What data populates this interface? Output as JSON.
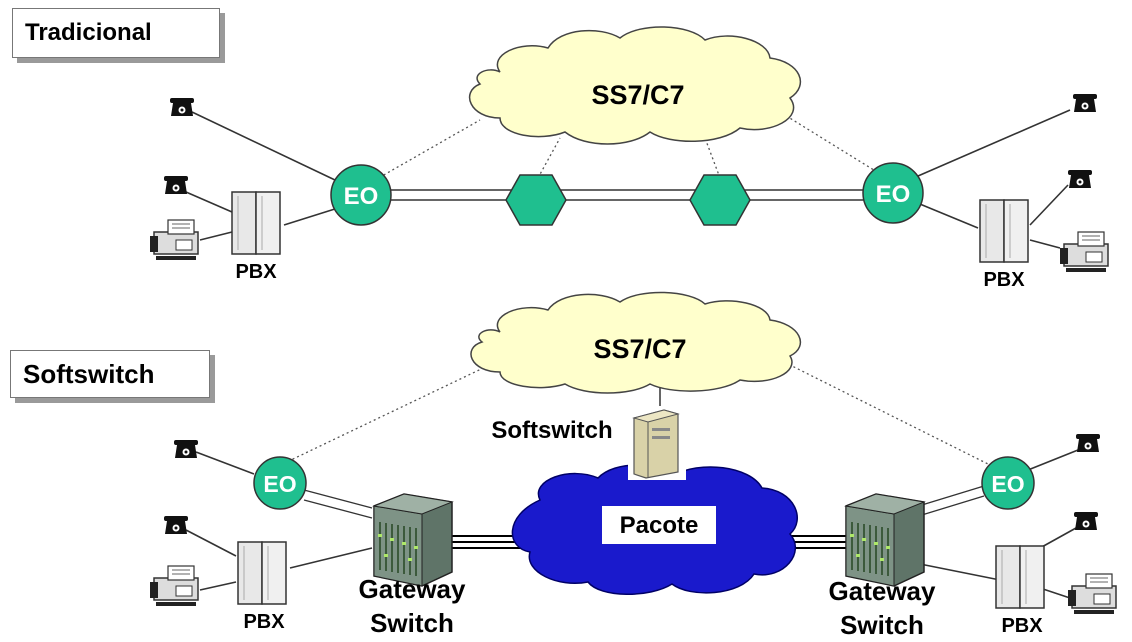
{
  "top": {
    "title": "Tradicional",
    "cloud_label": "SS7/C7",
    "eo_left": "EO",
    "eo_right": "EO",
    "pbx_left": "PBX",
    "pbx_right": "PBX"
  },
  "bottom": {
    "title": "Softswitch",
    "cloud_label": "SS7/C7",
    "softswitch_label": "Softswitch",
    "packet_label": "Pacote",
    "eo_left": "EO",
    "eo_right": "EO",
    "gateway_left_line1": "Gateway",
    "gateway_left_line2": "Switch",
    "gateway_right_line1": "Gateway",
    "gateway_right_line2": "Switch",
    "pbx_left": "PBX",
    "pbx_right": "PBX"
  },
  "colors": {
    "cloud_fill": "#ffffcc",
    "eo_fill": "#1fbf8f",
    "packet_cloud_fill": "#1a1acc",
    "pbx_fill": "#e8e8e8",
    "server_fill": "#d9d2a8",
    "gateway_fill": "#6b7f72"
  }
}
